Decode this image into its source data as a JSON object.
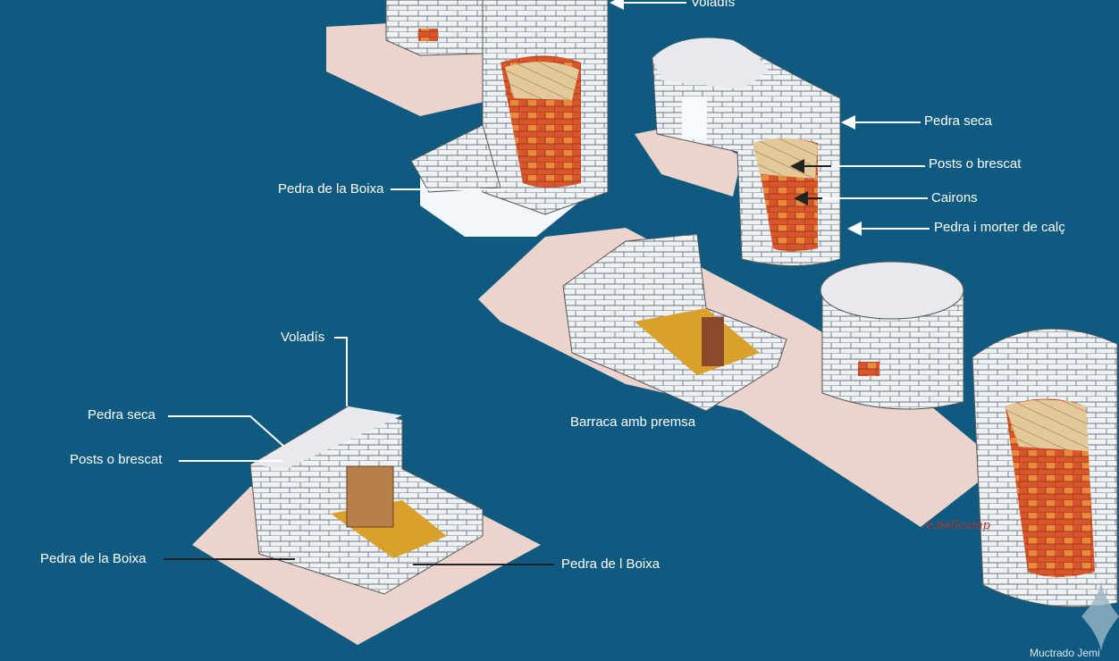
{
  "colors": {
    "background": "#0f5a80",
    "ground": "#ecd3cc",
    "stone": "#eef2f5",
    "brick": "#d9552c",
    "floor": "#d9a12c",
    "wood": "#b7804a"
  },
  "labels": {
    "top_voladis": "Voladís",
    "top_pedra_boixa": "Pedra de la Boixa",
    "right_pedra_seca": "Pedra seca",
    "right_posts": "Posts o brescat",
    "right_cairons": "Cairons",
    "right_pedra_morter": "Pedra i morter de calç",
    "barraca_premsa": "Barraca amb premsa",
    "left_voladis": "Voladís",
    "left_pedra_seca": "Pedra seca",
    "left_posts": "Posts o brescat",
    "left_pedra_boixa": "Pedra de la Boixa",
    "bottom_pedra_boixa": "Pedra de l Boixa"
  },
  "signature": "e.bellcamp",
  "watermark": "Muctrado Jemi"
}
